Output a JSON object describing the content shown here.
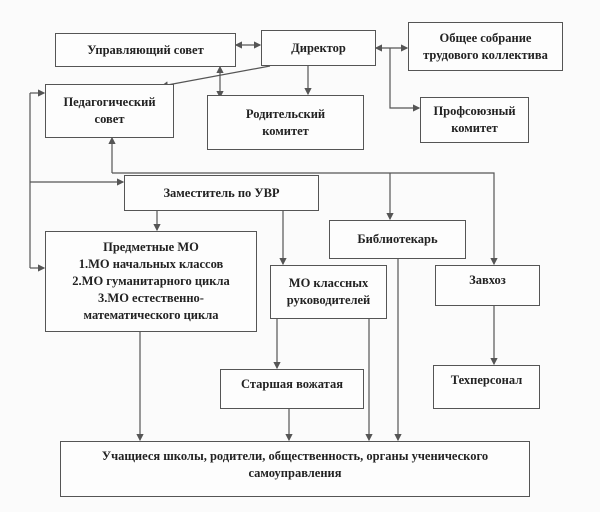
{
  "boxes": {
    "governing_council": [
      "Управляющий совет"
    ],
    "director": [
      "Директор"
    ],
    "general_meeting": [
      "Общее собрание",
      "трудового коллектива"
    ],
    "pedagogical_council": [
      "Педагогический",
      "совет"
    ],
    "parent_committee": [
      "Родительский",
      "комитет"
    ],
    "trade_union": [
      "Профсоюзный",
      "комитет"
    ],
    "deputy": [
      "Заместитель по УВР"
    ],
    "subject_mo": [
      "Предметные МО",
      "1.МО начальных классов",
      "2.МО гуманитарного цикла",
      "3.МО естественно-",
      "математического цикла"
    ],
    "librarian": [
      "Библиотекарь"
    ],
    "class_teachers_mo": [
      "МО классных",
      "руководителей"
    ],
    "supply_manager": [
      "Завхоз"
    ],
    "senior_counselor": [
      "Старшая вожатая"
    ],
    "tech_staff": [
      "Техперсонал"
    ],
    "students": [
      "Учащиеся школы, родители, общественность, органы ученического",
      "самоуправления"
    ]
  },
  "colors": {
    "line": "#555555",
    "text": "#222222"
  }
}
